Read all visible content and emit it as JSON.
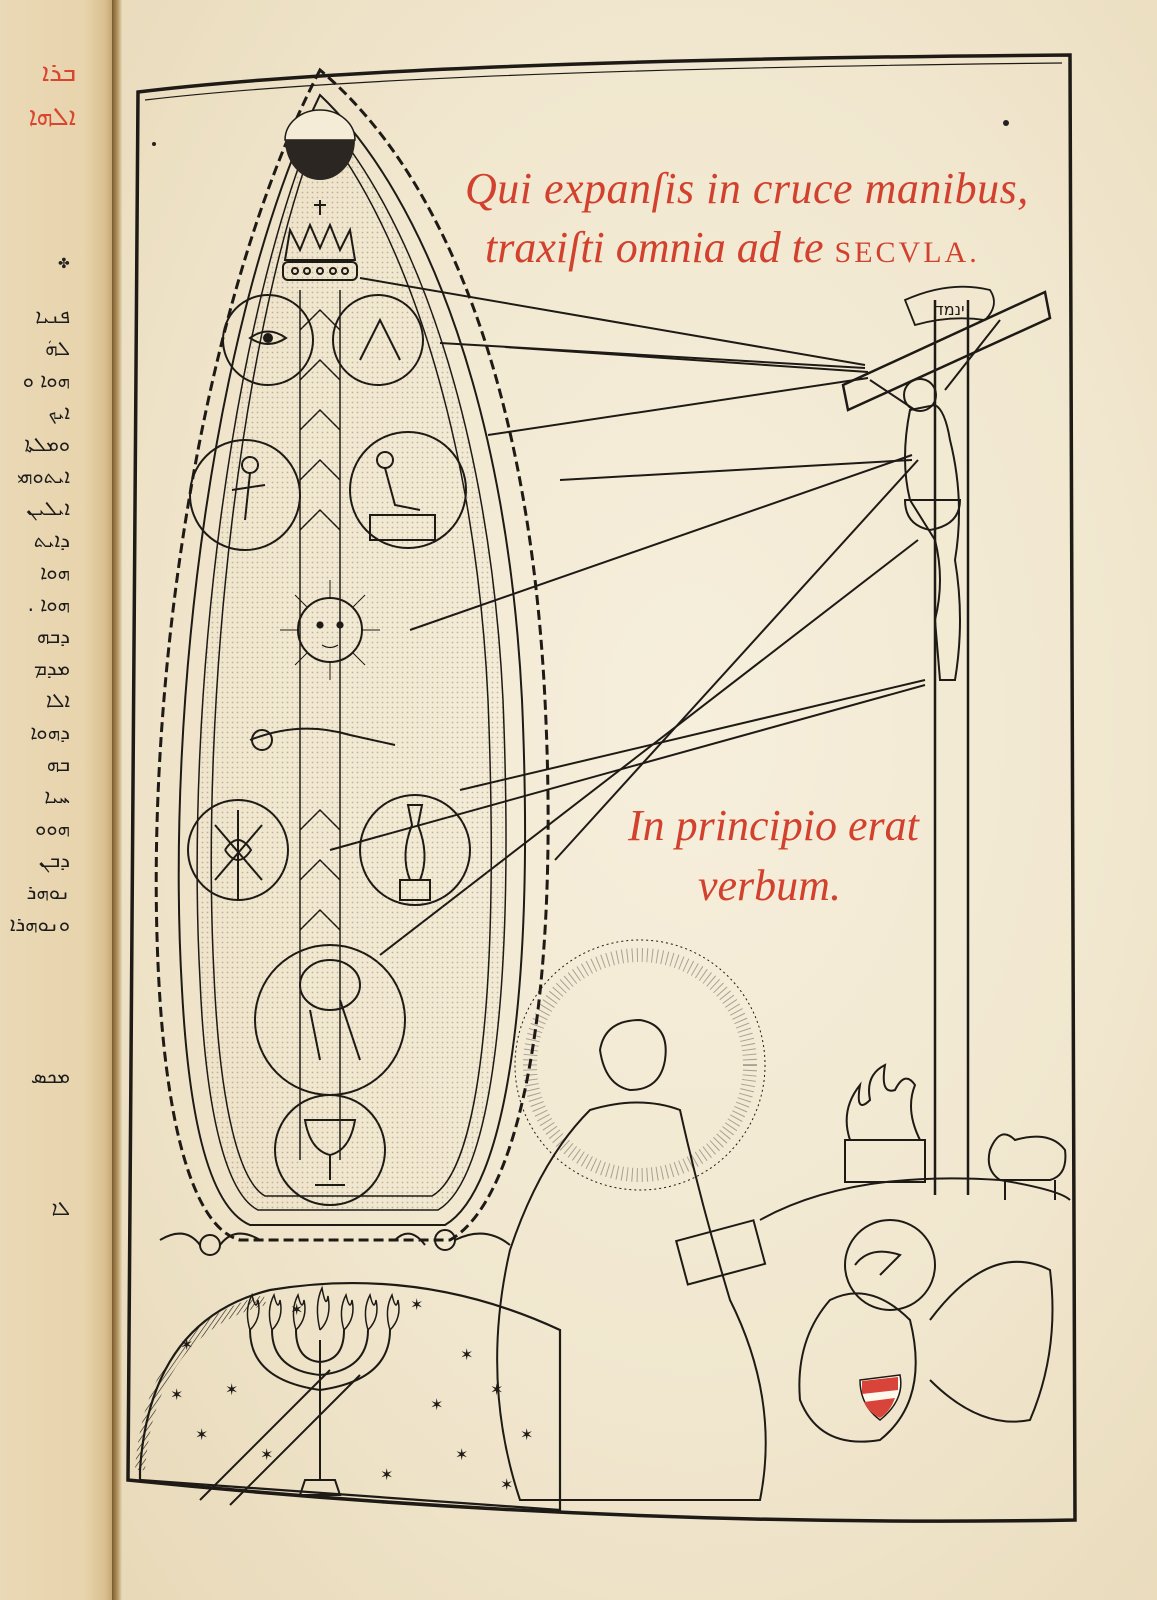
{
  "facing_page": {
    "script": "Syriac",
    "rubric_lines": [
      "ܒܪܐ",
      "ܐܠܗܐ"
    ],
    "ornament": "✤",
    "text_lines": [
      "ܦܢܝܐ",
      "ܠܗܿ",
      "ܗܘܐ ܘ",
      "ܐܝܟ",
      "ܘܡܠܬܐ",
      "ܐܝܬܘܗܝ",
      "ܐܝܠܝܢ",
      "ܕܐܝܬ",
      "ܗܘܐ",
      "ܗܘܐ .",
      "ܕܒܗ",
      "ܡܕܡ",
      "ܐܠܐ",
      "ܕܗܘܐ",
      "ܒܗ",
      "ܚܝܐ",
      "ܗܘܘ",
      "ܕܒܢ",
      "ܢܘܗܪ",
      "ܘܢܘܗܪܐ",
      "ܡܟܣ",
      "ܠܐ"
    ]
  },
  "woodcut": {
    "inscription_top": {
      "line1": "Qui expanſis in cruce manibus,",
      "line2_italic": "traxiſti omnia ad te ",
      "line2_smallcaps": "SECVLA."
    },
    "inscription_middle": {
      "line1": "In principio erat",
      "line2": "verbum."
    },
    "titulus_text": "ינמד",
    "figures": {
      "mandorla": "Tree of heaven in a mandorla frame with crown, eye of God, medallions, sun face, candlesticks, chalice and crescent/globe",
      "menorah": "Seven-branched candlestick on a starry globe",
      "evangelist": "Haloed St John with book gazing upward",
      "eagle": "Haloed eagle with red-and-white shield",
      "crucifix": "Christ on the cross with rays to the mandorla",
      "altar": "Burning altar",
      "lamb": "Lamb beside the cross"
    },
    "colors": {
      "ink": "#1e1a16",
      "rubric": "#d2412d",
      "paper": "#f1e7cf",
      "shield_red": "#d8443a"
    }
  }
}
